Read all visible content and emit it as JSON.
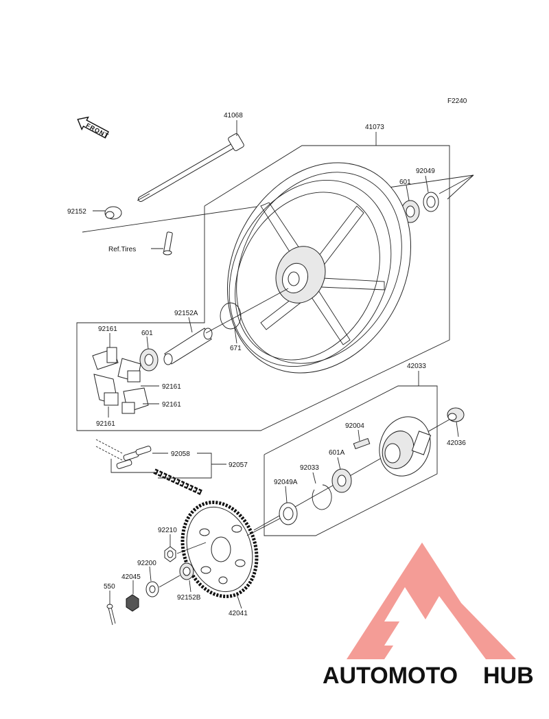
{
  "diagram": {
    "figure_code": "F2240",
    "front_arrow": "FRONT",
    "ref_label": "Ref.Tires",
    "parts": [
      "41068",
      "41073",
      "92049",
      "601",
      "92152",
      "92152A",
      "671",
      "92161",
      "601",
      "92161",
      "92161",
      "92161",
      "42033",
      "92004",
      "92033",
      "601A",
      "92049A",
      "42036",
      "92058",
      "92057",
      "92210",
      "92200",
      "42045",
      "550",
      "92152B",
      "42041"
    ]
  },
  "watermark": {
    "part_a": "AUTOMOTO",
    "part_b": "HUB",
    "color_a": "#f6a04d",
    "color_b": "#6b6b6b",
    "logo_color": "#f28b84"
  }
}
